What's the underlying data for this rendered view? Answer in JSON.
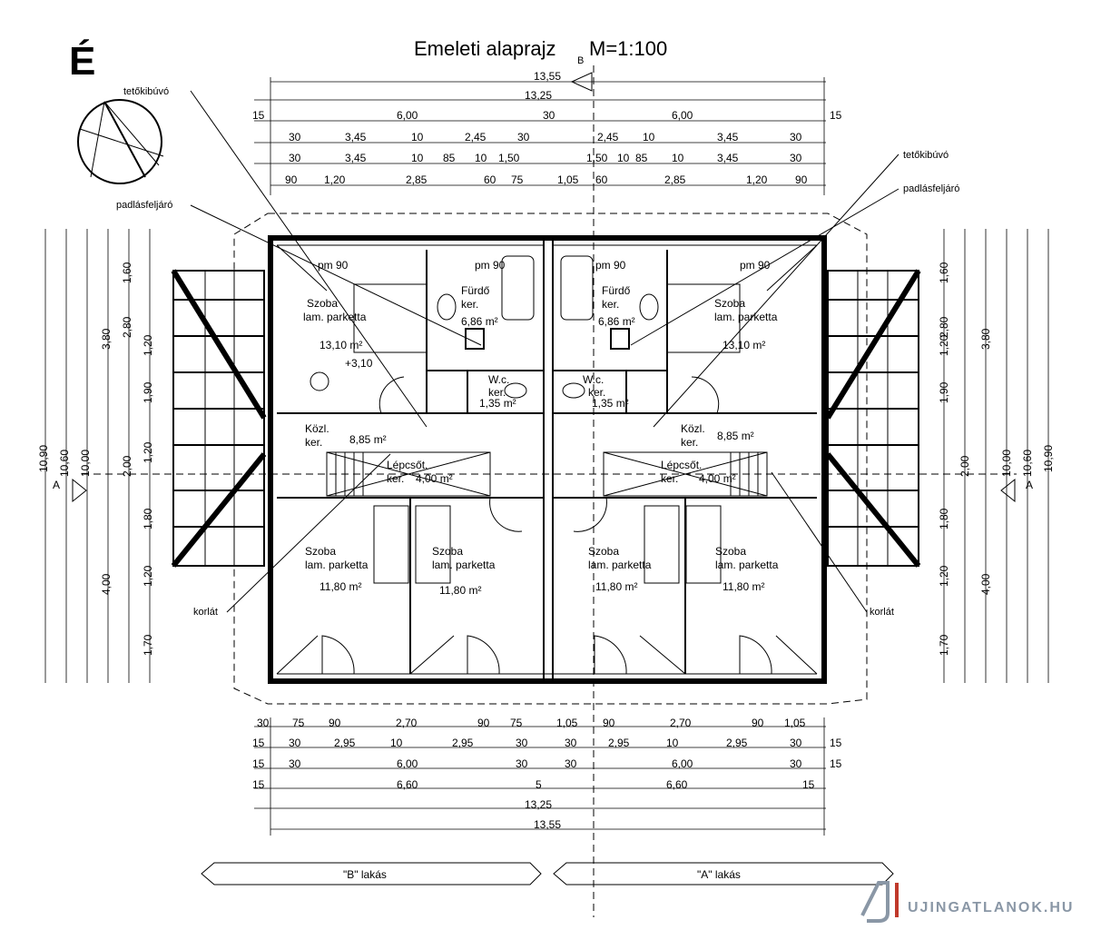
{
  "title": "Emeleti alaprajz",
  "scale": "M=1:100",
  "section_marker_top": "B",
  "section_marker_side": "A",
  "north": "É",
  "labels": {
    "roof_hatch": "tetőkibúvó",
    "attic_access": "padlásfeljáró",
    "railing": "korlát"
  },
  "rooms_b": [
    {
      "name": "Szoba",
      "floor": "lam. parketta",
      "area": "13,10 m²",
      "extra": "+3,10"
    },
    {
      "name": "Fürdő",
      "floor": "ker.",
      "area": "6,86 m²"
    },
    {
      "name": "W.c.",
      "floor": "ker.",
      "area": "1,35 m²"
    },
    {
      "name": "Közl.",
      "floor": "ker.",
      "area": "8,85 m²"
    },
    {
      "name": "Lépcsőt.",
      "floor": "ker.",
      "area": "4,00 m²"
    },
    {
      "name": "Szoba",
      "floor": "lam. parketta",
      "area": "11,80 m²"
    },
    {
      "name": "Szoba",
      "floor": "lam. parketta",
      "area": "11,80 m²"
    }
  ],
  "rooms_a": [
    {
      "name": "Szoba",
      "floor": "lam. parketta",
      "area": "13,10 m²"
    },
    {
      "name": "Fürdő",
      "floor": "ker.",
      "area": "6,86 m²"
    },
    {
      "name": "W.c.",
      "floor": "ker.",
      "area": "1,35 m²"
    },
    {
      "name": "Közl.",
      "floor": "ker.",
      "area": "8,85 m²"
    },
    {
      "name": "Lépcsőt.",
      "floor": "ker.",
      "area": "4,00 m²"
    },
    {
      "name": "Szoba",
      "floor": "lam. parketta",
      "area": "11,80 m²"
    },
    {
      "name": "Szoba",
      "floor": "lam. parketta",
      "area": "11,80 m²"
    }
  ],
  "pm": "pm 90",
  "dims_top": {
    "total": "13,55",
    "inner": "13,25",
    "row1": [
      "15",
      "6,00",
      "30",
      "6,00",
      "15"
    ],
    "row2": [
      "30",
      "3,45",
      "10",
      "2,45",
      "30",
      "2,45",
      "10",
      "3,45",
      "30"
    ],
    "row3": [
      "30",
      "3,45",
      "10",
      "85",
      "10",
      "1,50",
      "1,50",
      "10",
      "85",
      "10",
      "3,45",
      "30"
    ],
    "row4": [
      "90",
      "1,20",
      "2,85",
      "60",
      "75",
      "1,05",
      "60",
      "2,85",
      "1,20",
      "90"
    ]
  },
  "dims_bottom": {
    "row1": [
      "30",
      "75",
      "90",
      "2,70",
      "90",
      "75",
      "1,05",
      "90",
      "2,70",
      "90",
      "1,05"
    ],
    "row2": [
      "15",
      "30",
      "2,95",
      "10",
      "2,95",
      "30",
      "30",
      "2,95",
      "10",
      "2,95",
      "30",
      "15"
    ],
    "row3": [
      "15",
      "30",
      "6,00",
      "30",
      "30",
      "6,00",
      "30",
      "15"
    ],
    "row4": [
      "15",
      "6,60",
      "5",
      "6,60",
      "15"
    ],
    "inner": "13,25",
    "total": "13,55"
  },
  "dims_side": {
    "total": "10,90",
    "inner": "10,60",
    "mid": "10,00",
    "segments": [
      "1,60",
      "2,80",
      "1,20",
      "1,90",
      "1,20",
      "2,00",
      "1,80",
      "1,20",
      "1,70"
    ],
    "group": [
      "3,80",
      "4,00"
    ]
  },
  "units": {
    "b": "\"B\" lakás",
    "a": "\"A\" lakás"
  },
  "watermark": "UJINGATLANOK.HU"
}
